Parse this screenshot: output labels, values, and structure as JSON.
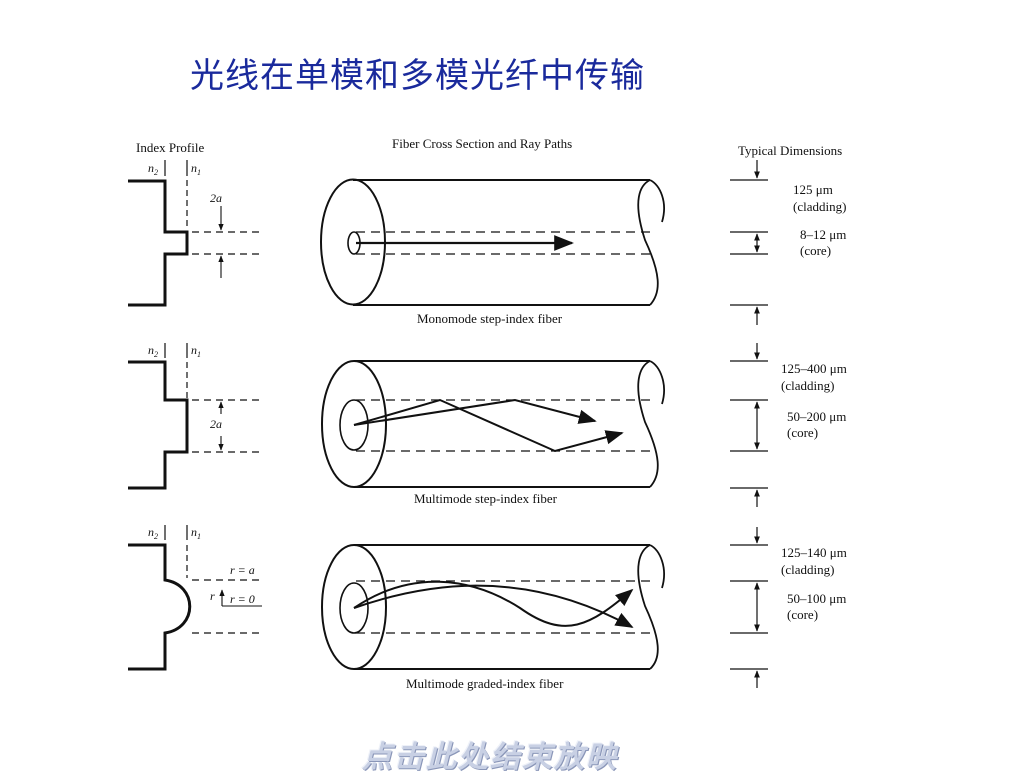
{
  "slide": {
    "title": "光线在单模和多模光纤中传输"
  },
  "headers": {
    "index_profile": "Index Profile",
    "cross_section": "Fiber Cross Section and Ray Paths",
    "dimensions": "Typical Dimensions"
  },
  "profile_labels": {
    "n2": "n",
    "n2_sub": "2",
    "n1": "n",
    "n1_sub": "1",
    "two_a": "2a",
    "r_eq_a": "r = a",
    "r_eq_0": "r = 0",
    "r": "r"
  },
  "fibers": [
    {
      "caption": "Monomode step-index fiber",
      "cladding": "125 μm",
      "cladding_label": "(cladding)",
      "core": "8–12 μm",
      "core_label": "(core)"
    },
    {
      "caption": "Multimode step-index fiber",
      "cladding": "125–400 μm",
      "cladding_label": "(cladding)",
      "core": "50–200 μm",
      "core_label": "(core)"
    },
    {
      "caption": "Multimode graded-index fiber",
      "cladding": "125–140 μm",
      "cladding_label": "(cladding)",
      "core": "50–100 μm",
      "core_label": "(core)"
    }
  ],
  "footer": {
    "end_show": "点击此处结束放映"
  },
  "colors": {
    "title": "#1a2a9c",
    "line": "#111111",
    "end_show": "#c8d0e4"
  }
}
